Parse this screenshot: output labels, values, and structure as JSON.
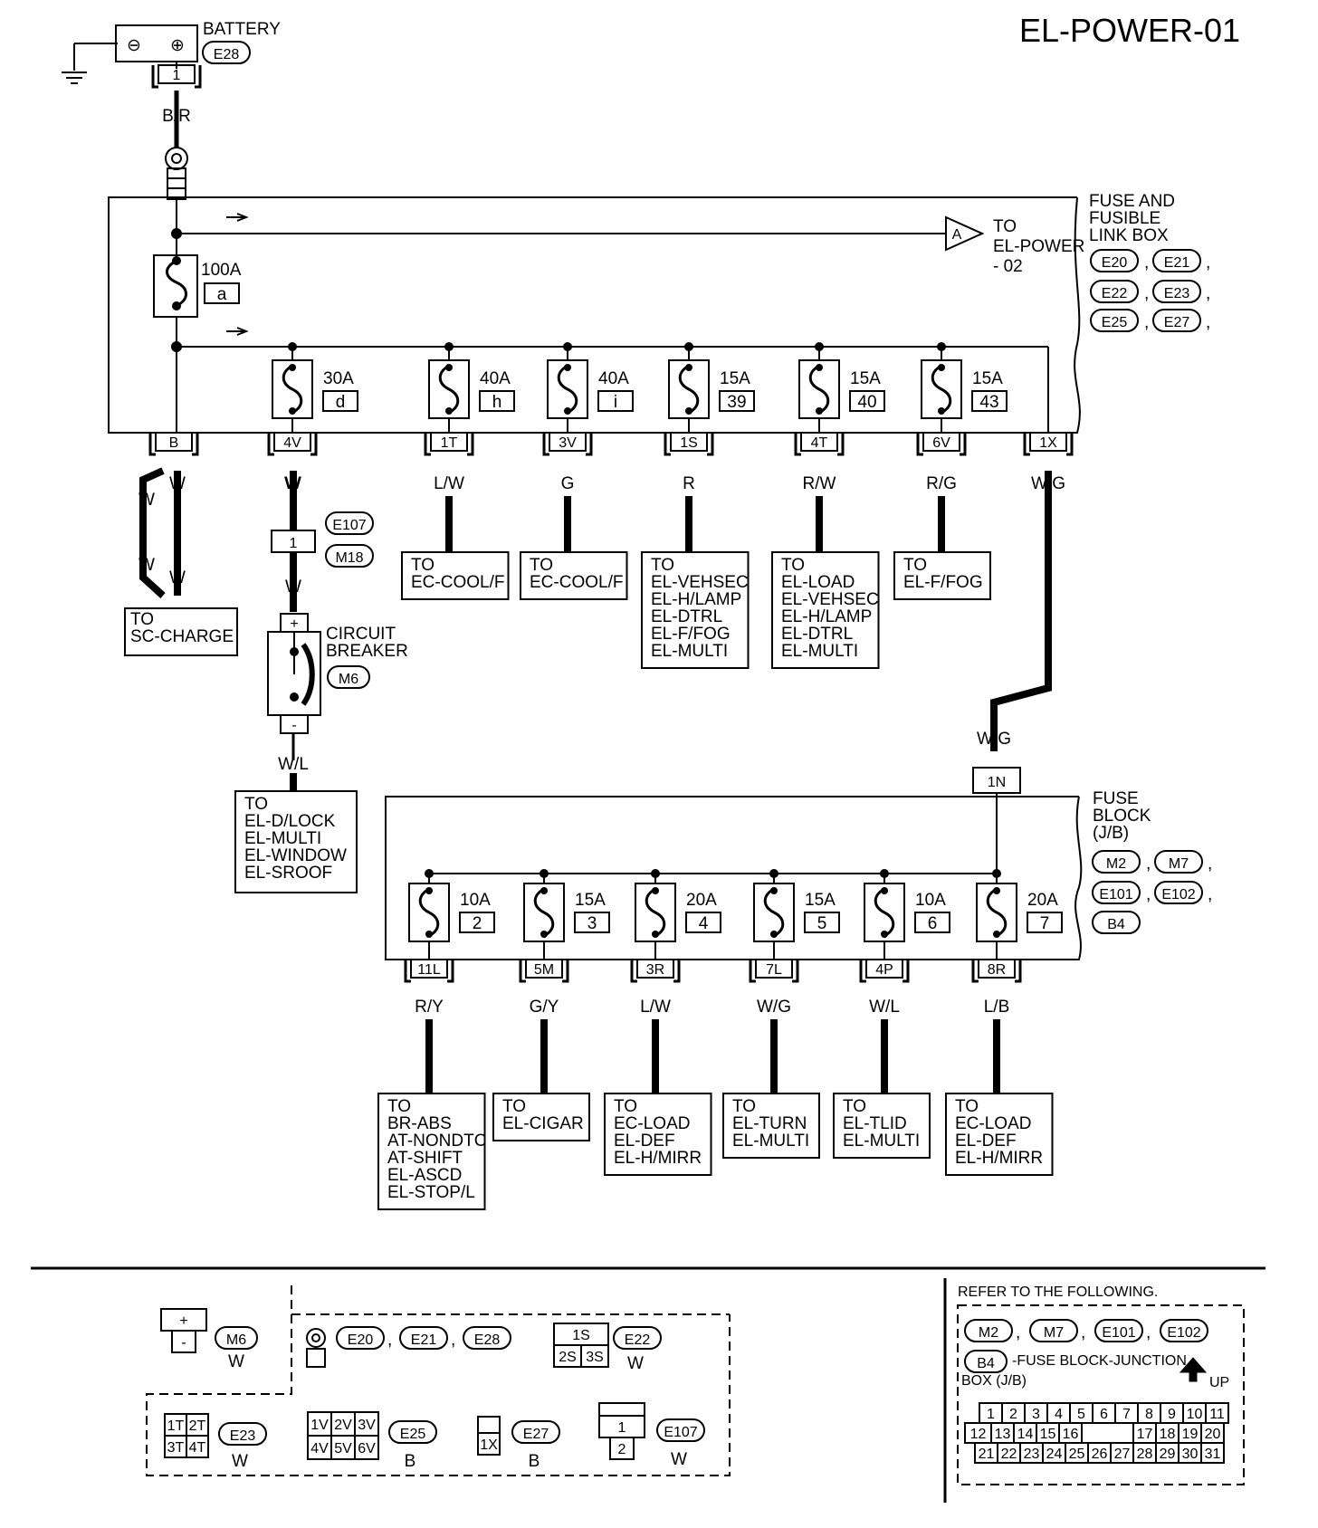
{
  "title": "EL-POWER-01",
  "battery": {
    "label": "BATTERY",
    "connector": "E28",
    "terminal": "1",
    "wire": "B/R",
    "minus": "⊖",
    "plus": "⊕"
  },
  "fusible_box": {
    "label": [
      "FUSE AND",
      "FUSIBLE",
      "LINK BOX"
    ],
    "connectors": [
      "E20",
      "E21",
      "E22",
      "E23",
      "E25",
      "E27"
    ],
    "to_label": [
      "TO",
      "EL-POWER",
      "- 02"
    ],
    "arrow_marker": "A",
    "main_link": {
      "rating": "100A",
      "id": "a",
      "terminal": "B"
    },
    "links": [
      {
        "rating": "30A",
        "id": "d",
        "terminal": "4V",
        "wire": "W"
      },
      {
        "rating": "40A",
        "id": "h",
        "terminal": "1T",
        "wire": "L/W",
        "dest": [
          "TO",
          "EC-COOL/F"
        ]
      },
      {
        "rating": "40A",
        "id": "i",
        "terminal": "3V",
        "wire": "G",
        "dest": [
          "TO",
          "EC-COOL/F"
        ]
      },
      {
        "rating": "15A",
        "id": "39",
        "terminal": "1S",
        "wire": "R",
        "dest": [
          "TO",
          "EL-VEHSEC",
          "EL-H/LAMP",
          "EL-DTRL",
          "EL-F/FOG",
          "EL-MULTI"
        ]
      },
      {
        "rating": "15A",
        "id": "40",
        "terminal": "4T",
        "wire": "R/W",
        "dest": [
          "TO",
          "EL-LOAD",
          "EL-VEHSEC",
          "EL-H/LAMP",
          "EL-DTRL",
          "EL-MULTI"
        ]
      },
      {
        "rating": "15A",
        "id": "43",
        "terminal": "6V",
        "wire": "R/G",
        "dest": [
          "TO",
          "EL-F/FOG"
        ]
      }
    ],
    "jb_feed": {
      "terminal": "1X",
      "wire": "W/G"
    }
  },
  "sc_charge": {
    "wires": [
      "W",
      "W",
      "W",
      "W"
    ],
    "dest": [
      "TO",
      "SC-CHARGE"
    ]
  },
  "circuit_breaker": {
    "connectors": [
      "E107",
      "M18"
    ],
    "inline_terminal": "1",
    "wire_in": "W",
    "wire_in2": "W",
    "label": [
      "CIRCUIT",
      "BREAKER"
    ],
    "connector": "M6",
    "plus": "+",
    "minus": "-",
    "wire_out": "W/L",
    "dest": [
      "TO",
      "EL-D/LOCK",
      "EL-MULTI",
      "EL-WINDOW",
      "EL-SROOF"
    ]
  },
  "fuse_block": {
    "label": [
      "FUSE",
      "BLOCK",
      "(J/B)"
    ],
    "connectors": [
      "M2",
      "M7",
      "E101",
      "E102",
      "B4"
    ],
    "feed_wire": "W/G",
    "feed_terminal": "1N",
    "fuses": [
      {
        "rating": "10A",
        "id": "2",
        "terminal": "11L",
        "wire": "R/Y",
        "dest": [
          "TO",
          "BR-ABS",
          "AT-NONDTC",
          "AT-SHIFT",
          "EL-ASCD",
          "EL-STOP/L"
        ]
      },
      {
        "rating": "15A",
        "id": "3",
        "terminal": "5M",
        "wire": "G/Y",
        "dest": [
          "TO",
          "EL-CIGAR"
        ]
      },
      {
        "rating": "20A",
        "id": "4",
        "terminal": "3R",
        "wire": "L/W",
        "dest": [
          "TO",
          "EC-LOAD",
          "EL-DEF",
          "EL-H/MIRR"
        ]
      },
      {
        "rating": "15A",
        "id": "5",
        "terminal": "7L",
        "wire": "W/G",
        "dest": [
          "TO",
          "EL-TURN",
          "EL-MULTI"
        ]
      },
      {
        "rating": "10A",
        "id": "6",
        "terminal": "4P",
        "wire": "W/L",
        "dest": [
          "TO",
          "EL-TLID",
          "EL-MULTI"
        ]
      },
      {
        "rating": "20A",
        "id": "7",
        "terminal": "8R",
        "wire": "L/B",
        "dest": [
          "TO",
          "EC-LOAD",
          "EL-DEF",
          "EL-H/MIRR"
        ]
      }
    ]
  },
  "legend": {
    "m6": {
      "plus": "+",
      "minus": "-",
      "connector": "M6",
      "color": "W"
    },
    "eyelet": {
      "connectors": [
        "E20",
        "E21",
        "E28"
      ]
    },
    "e22": {
      "top": "1S",
      "bottom": [
        "2S",
        "3S"
      ],
      "connector": "E22",
      "color": "W"
    },
    "e23": {
      "cells": [
        "1T",
        "2T",
        "3T",
        "4T"
      ],
      "connector": "E23",
      "color": "W"
    },
    "e25": {
      "cells": [
        "1V",
        "2V",
        "3V",
        "4V",
        "5V",
        "6V"
      ],
      "connector": "E25",
      "color": "B"
    },
    "e27": {
      "cell": "1X",
      "connector": "E27",
      "color": "B"
    },
    "e107": {
      "cells": [
        "1",
        "2"
      ],
      "connector": "E107",
      "color": "W"
    }
  },
  "refer": {
    "heading": "REFER TO THE FOLLOWING.",
    "connectors": [
      "M2",
      "M7",
      "E101",
      "E102"
    ],
    "b4": "B4",
    "b4_text": "-FUSE BLOCK-JUNCTION",
    "b4_text2": "BOX (J/B)",
    "up": "UP",
    "row1": [
      "1",
      "2",
      "3",
      "4",
      "5",
      "6",
      "7",
      "8",
      "9",
      "10",
      "11"
    ],
    "row2": [
      "12",
      "13",
      "14",
      "15",
      "16",
      "17",
      "18",
      "19",
      "20"
    ],
    "row3": [
      "21",
      "22",
      "23",
      "24",
      "25",
      "26",
      "27",
      "28",
      "29",
      "30",
      "31"
    ]
  }
}
